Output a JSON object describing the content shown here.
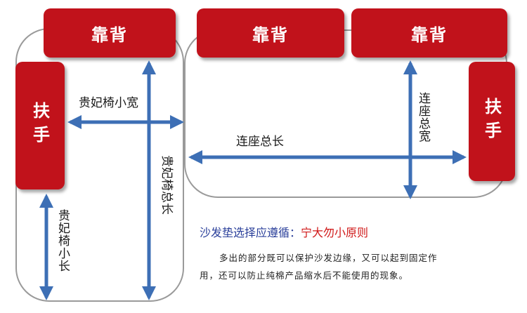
{
  "blocks": {
    "backrest_label": "靠背",
    "armrest_label": "扶手"
  },
  "dimensions": {
    "chaise_width": "贵妃椅小宽",
    "chaise_total_length": "贵妃椅总长",
    "chaise_short_length": "贵妃椅小长",
    "sofa_total_length": "连座总长",
    "sofa_total_width": "连座总宽"
  },
  "note": {
    "title_main": "沙发垫选择应遵循：",
    "title_highlight": "宁大勿小原则",
    "body": "多出的部分既可以保护沙发边缘，又可以起到固定作用，还可以防止纯棉产品缩水后不能使用的现象。"
  },
  "colors": {
    "block_red": "#c1121b",
    "arrow_blue": "#3d6fb5",
    "outline_gray": "#9a9a9a",
    "note_title_blue": "#2a3f9a",
    "note_highlight_red": "#d01818"
  }
}
